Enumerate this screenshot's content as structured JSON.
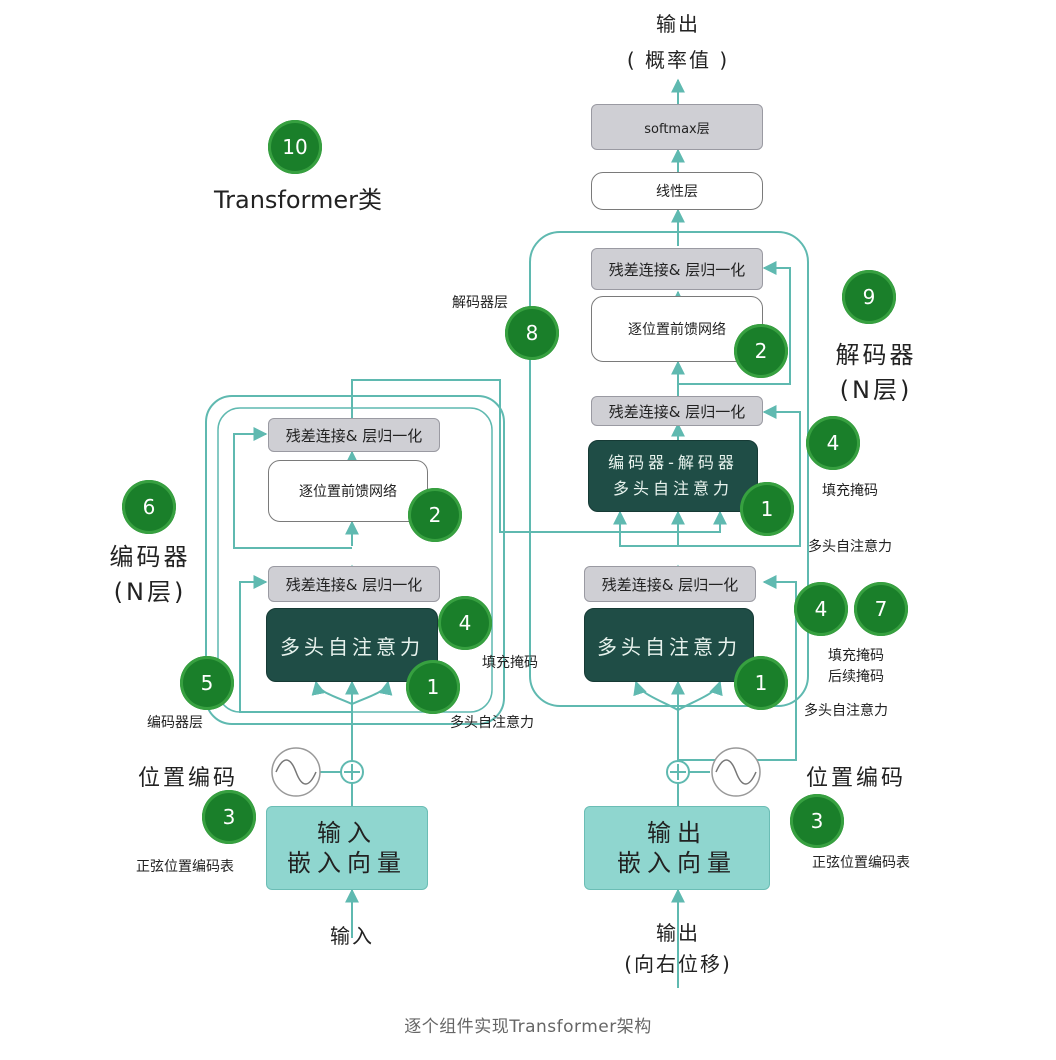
{
  "output": {
    "top": "输出",
    "prob": "( 概率值 )"
  },
  "layers": {
    "softmax": "softmax层",
    "linear": "线性层"
  },
  "decoder": {
    "addnorm": "残差连接& 层归一化",
    "ffn": "逐位置前馈网络",
    "cross_attn": "编码器-解码器\n多头自注意力",
    "self_attn": "多头自注意力",
    "layer_label": "解码器层",
    "stack_label": "解码器\n(N层)",
    "pad_mask": "填充掩码",
    "mha": "多头自注意力",
    "mask_pair": "填充掩码\n后续掩码",
    "pos_enc": "位置编码",
    "pos_table": "正弦位置编码表",
    "embed": "输出\n嵌入向量",
    "input": "输出\n(向右位移)"
  },
  "encoder": {
    "addnorm": "残差连接& 层归一化",
    "ffn": "逐位置前馈网络",
    "self_attn": "多头自注意力",
    "layer_label": "编码器层",
    "stack_label": "编码器\n(N层)",
    "pad_mask": "填充掩码",
    "mha": "多头自注意力",
    "pos_enc": "位置编码",
    "pos_table": "正弦位置编码表",
    "embed": "输入\n嵌入向量",
    "input": "输入"
  },
  "transformer_label": "Transformer类",
  "badges": {
    "b10": "10",
    "b9": "9",
    "b8": "8",
    "b7": "7",
    "b6": "6",
    "b5": "5",
    "b4": "4",
    "b3": "3",
    "b2": "2",
    "b1": "1"
  },
  "caption": "逐个组件实现Transformer架构",
  "colors": {
    "arrow": "#5fb9b0",
    "badge": "#1a7f2a",
    "dark": "#1f4d46",
    "teal": "#8fd6cf",
    "gray": "#cfcfd4"
  }
}
